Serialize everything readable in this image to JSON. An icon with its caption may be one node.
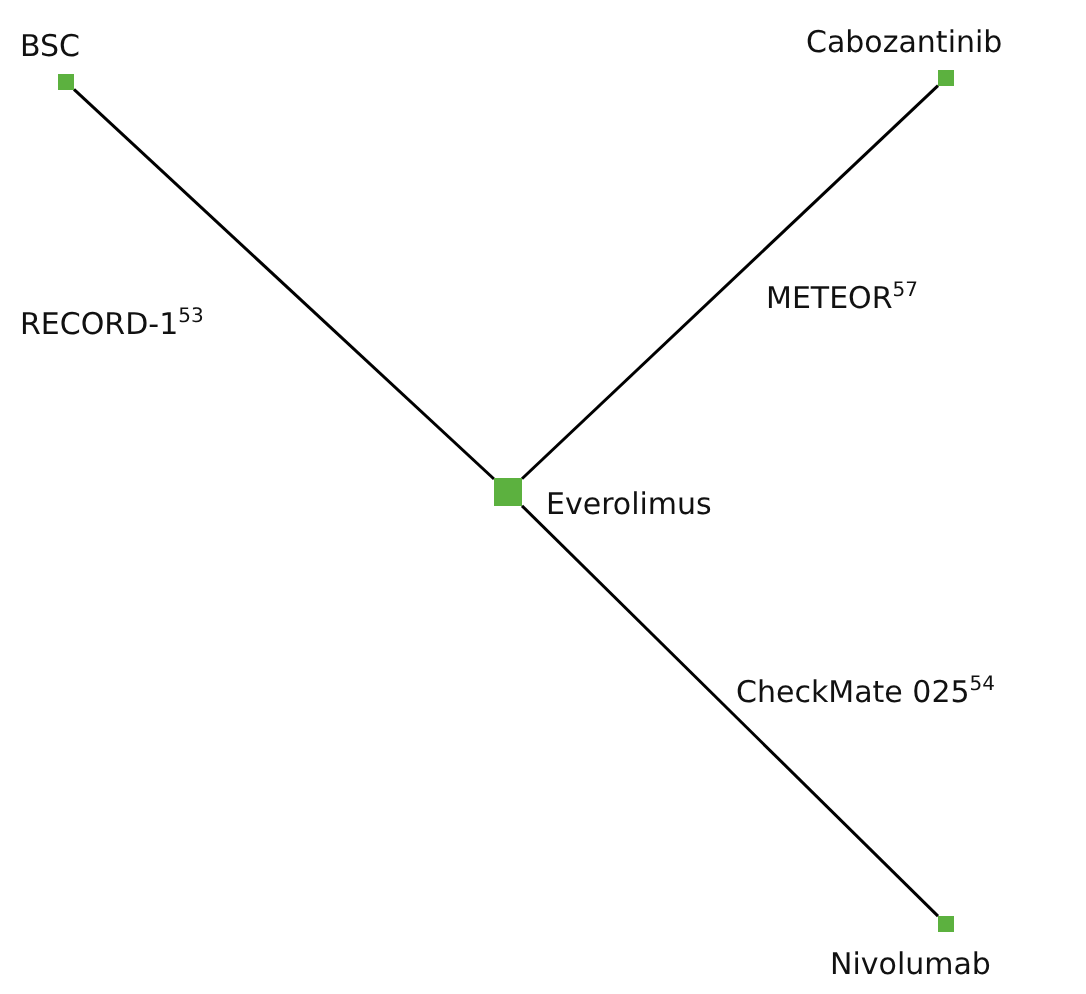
{
  "diagram": {
    "nodes": [
      {
        "text": [],
        "shape": "box",
        "beside": [
          "BSC"
        ]
      },
      {
        "text": [],
        "shape": "box",
        "beside": [
          "Cabozantinib"
        ]
      },
      {
        "text": [],
        "shape": "box",
        "beside": [
          "Everolimus"
        ]
      },
      {
        "text": [],
        "shape": "box",
        "beside": [
          "Nivolumab"
        ]
      }
    ],
    "edges": [
      {
        "from": 0,
        "to": 2,
        "arrow": "none",
        "label": "RECORD-1$^{53}$"
      },
      {
        "from": 1,
        "to": 2,
        "arrow": "none",
        "label": "METEOR$^{57}$"
      },
      {
        "from": 2,
        "to": 3,
        "arrow": "none",
        "label": "CheckMate 025$^{54}$"
      }
    ]
  }
}
